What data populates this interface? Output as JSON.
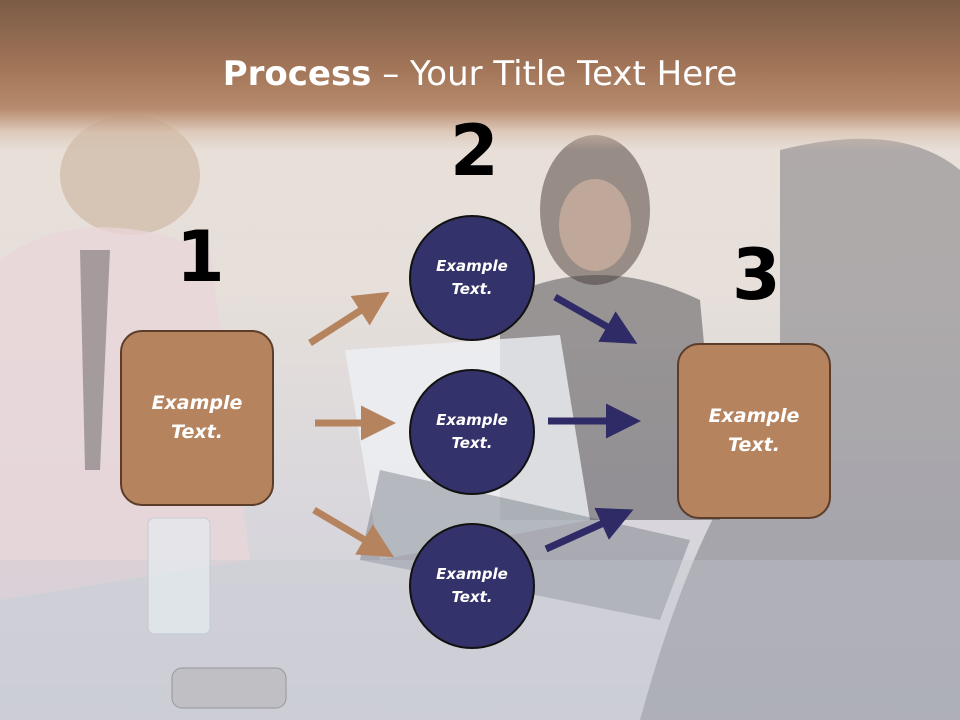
{
  "title": {
    "bold": "Process",
    "rest": " – Your Title Text Here"
  },
  "steps": {
    "one": {
      "number": "1",
      "box_text": "Example\nText."
    },
    "two": {
      "number": "2",
      "top_text": "Example\nText.",
      "middle_text": "Example\nText.",
      "bottom_text": "Example\nText."
    },
    "three": {
      "number": "3",
      "box_text": "Example\nText."
    }
  },
  "colors": {
    "box_fill": "#b5845f",
    "box_border": "#5b3d2a",
    "circle_fill": "#34326a",
    "arrow_brown": "#b5845f",
    "arrow_navy": "#2e2b66",
    "title_bar": "#a27558"
  },
  "background": {
    "description_icon": "photo-meeting-background"
  }
}
